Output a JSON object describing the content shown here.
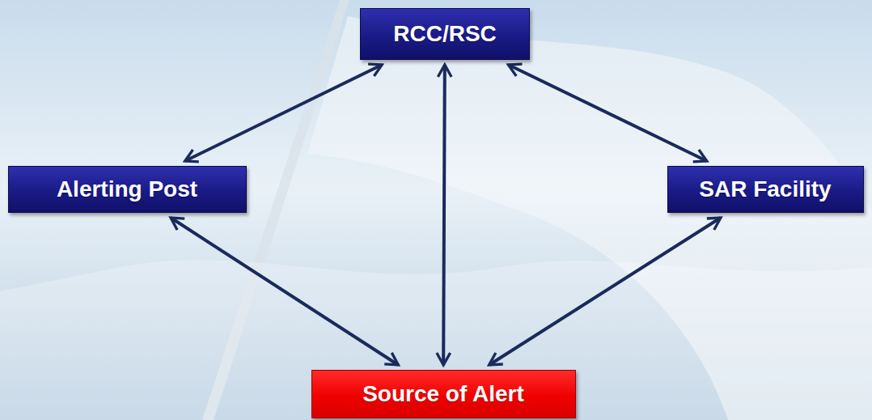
{
  "diagram": {
    "nodes": [
      {
        "text": [
          "RCC/RSC"
        ]
      },
      {
        "text": [
          "Alerting Post"
        ]
      },
      {
        "text": [
          "SAR Facility"
        ]
      },
      {
        "text": [
          "Source of Alert"
        ]
      }
    ],
    "edges": [
      {
        "from": 0,
        "to": 1,
        "arrow": "both"
      },
      {
        "from": 0,
        "to": 2,
        "arrow": "both"
      },
      {
        "from": 0,
        "to": 3,
        "arrow": "both"
      },
      {
        "from": 1,
        "to": 3,
        "arrow": "both"
      },
      {
        "from": 2,
        "to": 3,
        "arrow": "both"
      }
    ]
  }
}
